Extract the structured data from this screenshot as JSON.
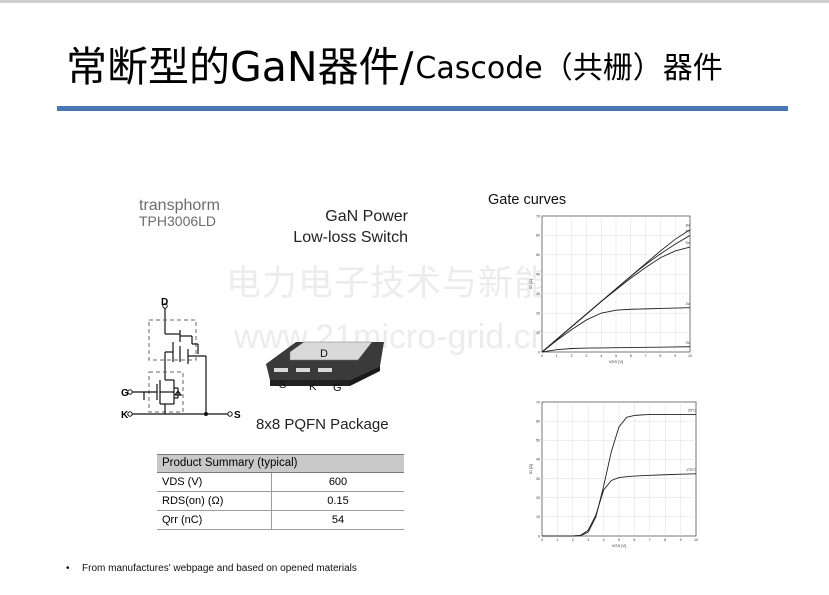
{
  "slide": {
    "title_main": "常断型的GaN器件/",
    "title_sub": "Cascode（共栅）器件",
    "bullet": "From manufactures' webpage and based on opened materials"
  },
  "product": {
    "brand": "transphorm",
    "part_number": "TPH3006LD",
    "tagline_1": "GaN Power",
    "tagline_2": "Low-loss Switch",
    "package": "8x8 PQFN Package",
    "package_pads": {
      "top": "D",
      "s": "S",
      "k": "K",
      "g": "G"
    }
  },
  "schematic": {
    "d": "D",
    "g": "G",
    "k": "K",
    "s": "S"
  },
  "summary_table": {
    "header": "Product Summary (typical)",
    "rows": [
      {
        "param": "VDS (V)",
        "value": "600"
      },
      {
        "param": "RDS(on) (Ω)",
        "value": "0.15"
      },
      {
        "param": "Qrr (nC)",
        "value": "54"
      }
    ]
  },
  "watermark": {
    "line1": "电力电子技术与新能源",
    "line2": "www.21micro-grid.cn"
  },
  "chart_data": [
    {
      "type": "line",
      "title": "Gate curves",
      "xlabel": "VDS [V]",
      "ylabel": "ID [A]",
      "xlim": [
        0,
        10
      ],
      "ylim": [
        0,
        70
      ],
      "x_ticks": [
        "0",
        "1",
        "2",
        "3",
        "4",
        "5",
        "6",
        "7",
        "8",
        "9",
        "10"
      ],
      "y_ticks": [
        "0",
        "10",
        "20",
        "30",
        "40",
        "50",
        "60",
        "70"
      ],
      "grid": true,
      "series": [
        {
          "name": "8V",
          "x": [
            0,
            1,
            2,
            3,
            4,
            5,
            6,
            7,
            8,
            9,
            10
          ],
          "values": [
            0,
            6.5,
            13,
            19.5,
            26,
            32.5,
            39,
            45.5,
            52,
            58,
            63
          ]
        },
        {
          "name": "6V",
          "x": [
            0,
            1,
            2,
            3,
            4,
            5,
            6,
            7,
            8,
            9,
            10
          ],
          "values": [
            0,
            6.5,
            13,
            19.5,
            26,
            32.5,
            39,
            45,
            50.5,
            55.5,
            60
          ]
        },
        {
          "name": "5V",
          "x": [
            0,
            1,
            2,
            3,
            4,
            5,
            6,
            7,
            8,
            9,
            10
          ],
          "values": [
            0,
            6.5,
            13,
            19.5,
            26,
            32,
            38,
            43.5,
            48.5,
            52,
            54
          ]
        },
        {
          "name": "4V",
          "x": [
            0,
            1,
            2,
            3,
            4,
            5,
            6,
            7,
            8,
            9,
            10
          ],
          "values": [
            0,
            6,
            11.5,
            16.5,
            20,
            21.5,
            22,
            22.2,
            22.4,
            22.6,
            22.8
          ]
        },
        {
          "name": "3V",
          "x": [
            0,
            1,
            2,
            3,
            4,
            5,
            6,
            7,
            8,
            9,
            10
          ],
          "values": [
            0,
            1.2,
            1.8,
            2,
            2.1,
            2.2,
            2.3,
            2.4,
            2.5,
            2.6,
            2.7
          ]
        }
      ]
    },
    {
      "type": "line",
      "title": "",
      "xlabel": "VGS [V]",
      "ylabel": "ID [A]",
      "xlim": [
        0,
        10
      ],
      "ylim": [
        0,
        70
      ],
      "x_ticks": [
        "0",
        "1",
        "2",
        "3",
        "4",
        "5",
        "6",
        "7",
        "8",
        "9",
        "10"
      ],
      "y_ticks": [
        "0",
        "10",
        "20",
        "30",
        "40",
        "50",
        "60",
        "70"
      ],
      "grid": true,
      "series": [
        {
          "name": "25°C",
          "x": [
            0,
            1,
            2,
            2.5,
            3,
            3.5,
            4,
            4.5,
            5,
            5.5,
            6,
            7,
            8,
            9,
            10
          ],
          "values": [
            0,
            0,
            0,
            0.2,
            2,
            10,
            26,
            44,
            57,
            62,
            63,
            63.5,
            63.5,
            63.5,
            63.5
          ]
        },
        {
          "name": "175°C",
          "x": [
            0,
            1,
            2,
            2.5,
            3,
            3.5,
            4,
            4.5,
            5,
            5.5,
            6,
            7,
            8,
            9,
            10
          ],
          "values": [
            0,
            0,
            0,
            0.3,
            3,
            11,
            24,
            29,
            30.5,
            31,
            31.3,
            31.7,
            32,
            32.3,
            32.5
          ]
        }
      ]
    }
  ]
}
